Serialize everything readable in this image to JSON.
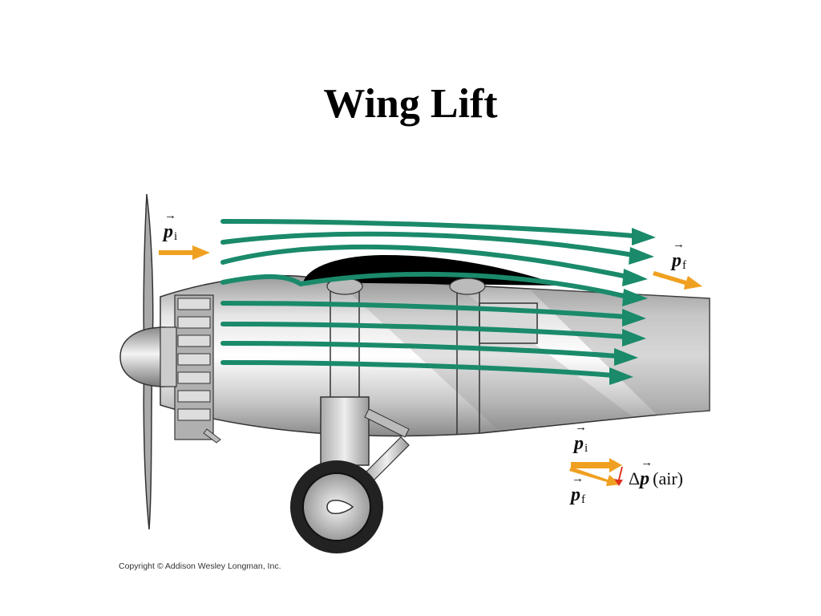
{
  "title": "Wing Lift",
  "labels": {
    "p_symbol": "p",
    "initial_sub": "i",
    "final_sub": "f",
    "delta": "Δ",
    "air": "(air)"
  },
  "copyright": "Copyright © Addison Wesley Longman, Inc.",
  "colors": {
    "streamline": "#1a8a6a",
    "momentum_arrow": "#f0a020",
    "delta_arrow": "#e03020",
    "wing": "#000000",
    "fuselage": "#c8c8c8"
  },
  "icons": [
    "propeller-icon",
    "engine-icon",
    "wheel-icon"
  ]
}
